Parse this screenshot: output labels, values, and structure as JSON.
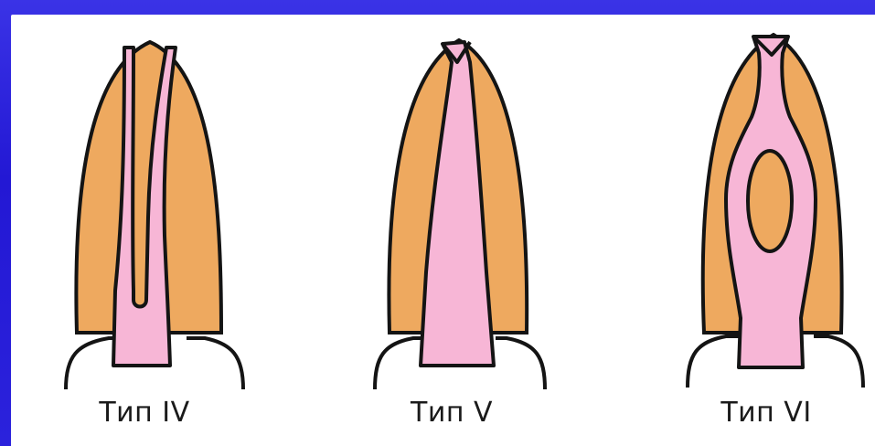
{
  "figures": [
    {
      "caption": "Тип IV"
    },
    {
      "caption": "Тип V"
    },
    {
      "caption": "Тип VI"
    }
  ],
  "colors": {
    "dentin": "#eea95f",
    "pulp": "#f7b6d6",
    "outline": "#141414",
    "background": "#2a1fd6",
    "panel": "#ffffff"
  }
}
